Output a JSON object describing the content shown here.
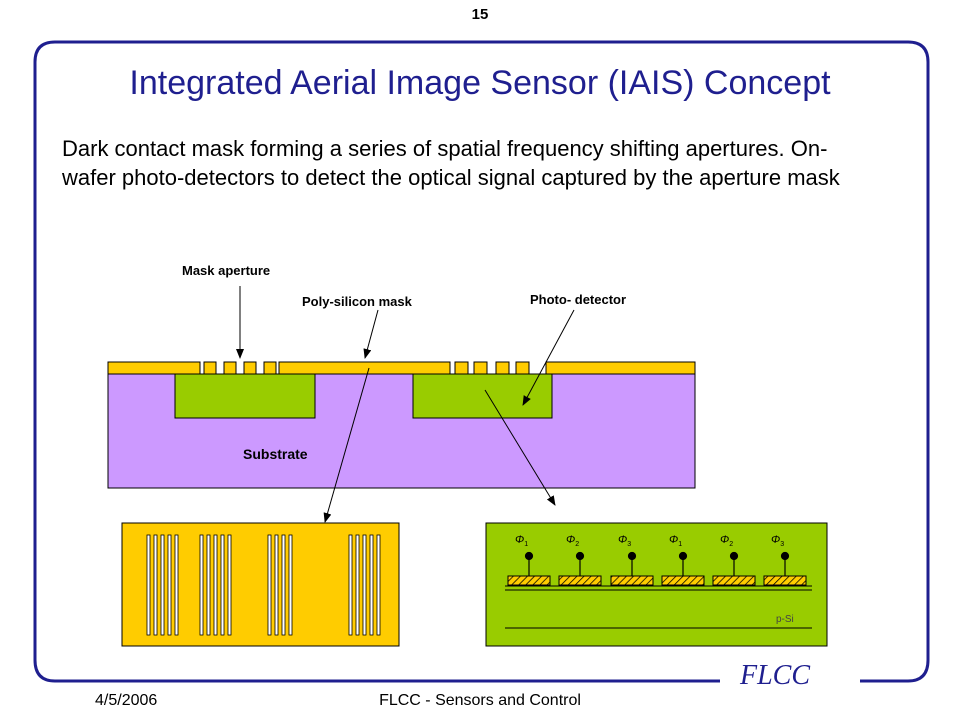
{
  "slide": {
    "number": "15",
    "title": "Integrated Aerial Image Sensor (IAIS) Concept",
    "body": "Dark contact mask forming a series of spatial frequency shifting apertures. On-wafer photo-detectors to detect the optical signal captured by the aperture mask"
  },
  "diagram": {
    "labels": {
      "mask_aperture": "Mask  aperture",
      "poly_silicon_mask": "Poly-silicon  mask",
      "photo_detector": "Photo-  detector",
      "substrate": "Substrate",
      "p_si": "p-Si"
    },
    "phases": [
      {
        "sym": "Φ",
        "sub": "1"
      },
      {
        "sym": "Φ",
        "sub": "2"
      },
      {
        "sym": "Φ",
        "sub": "3"
      },
      {
        "sym": "Φ",
        "sub": "1"
      },
      {
        "sym": "Φ",
        "sub": "2"
      },
      {
        "sym": "Φ",
        "sub": "3"
      }
    ],
    "colors": {
      "frame": "#1f1f8f",
      "substrate": "#cc99ff",
      "detector": "#99cc00",
      "mask": "#ffcc00"
    }
  },
  "footer": {
    "date": "4/5/2006",
    "title": "FLCC - Sensors and Control",
    "logo": "FLCC"
  }
}
